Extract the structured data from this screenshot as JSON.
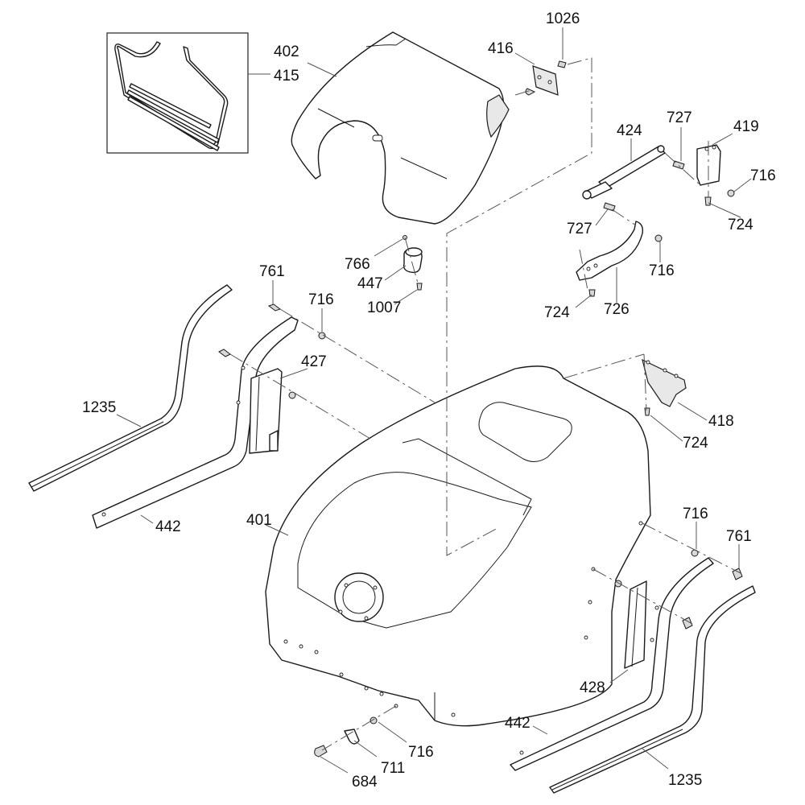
{
  "diagram": {
    "type": "exploded-parts-diagram",
    "callouts": [
      {
        "id": "c-402",
        "text": "402",
        "part": "top cover"
      },
      {
        "id": "c-415",
        "text": "415",
        "part": "seal kit (inset)"
      },
      {
        "id": "c-416",
        "text": "416",
        "part": "hinge"
      },
      {
        "id": "c-1026",
        "text": "1026",
        "part": "screw"
      },
      {
        "id": "c-424",
        "text": "424",
        "part": "gas spring"
      },
      {
        "id": "c-727a",
        "text": "727",
        "part": "ball stud (upper)"
      },
      {
        "id": "c-419",
        "text": "419",
        "part": "bracket"
      },
      {
        "id": "c-716a",
        "text": "716",
        "part": "nut (bracket)"
      },
      {
        "id": "c-724a",
        "text": "724",
        "part": "screw (bracket)"
      },
      {
        "id": "c-727b",
        "text": "727",
        "part": "ball stud (lower)"
      },
      {
        "id": "c-716b",
        "text": "716",
        "part": "nut (arm)"
      },
      {
        "id": "c-726",
        "text": "726",
        "part": "support arm"
      },
      {
        "id": "c-724b",
        "text": "724",
        "part": "screw (arm)"
      },
      {
        "id": "c-766",
        "text": "766",
        "part": "washer"
      },
      {
        "id": "c-447",
        "text": "447",
        "part": "rubber bumper"
      },
      {
        "id": "c-1007",
        "text": "1007",
        "part": "screw"
      },
      {
        "id": "c-761a",
        "text": "761",
        "part": "bolt (left)"
      },
      {
        "id": "c-716c",
        "text": "716",
        "part": "nut (left)"
      },
      {
        "id": "c-427",
        "text": "427",
        "part": "left guide plate"
      },
      {
        "id": "c-1235a",
        "text": "1235",
        "part": "left edge trim"
      },
      {
        "id": "c-442a",
        "text": "442",
        "part": "left side strip"
      },
      {
        "id": "c-418",
        "text": "418",
        "part": "hinge bracket"
      },
      {
        "id": "c-724c",
        "text": "724",
        "part": "screw (hinge bracket)"
      },
      {
        "id": "c-401",
        "text": "401",
        "part": "main housing"
      },
      {
        "id": "c-716d",
        "text": "716",
        "part": "nut (right)"
      },
      {
        "id": "c-761b",
        "text": "761",
        "part": "bolt (right)"
      },
      {
        "id": "c-428",
        "text": "428",
        "part": "right guide plate"
      },
      {
        "id": "c-442b",
        "text": "442",
        "part": "right side strip"
      },
      {
        "id": "c-1235b",
        "text": "1235",
        "part": "right edge trim"
      },
      {
        "id": "c-716e",
        "text": "716",
        "part": "nut (front)"
      },
      {
        "id": "c-711",
        "text": "711",
        "part": "clip"
      },
      {
        "id": "c-684",
        "text": "684",
        "part": "bolt (front)"
      }
    ]
  }
}
